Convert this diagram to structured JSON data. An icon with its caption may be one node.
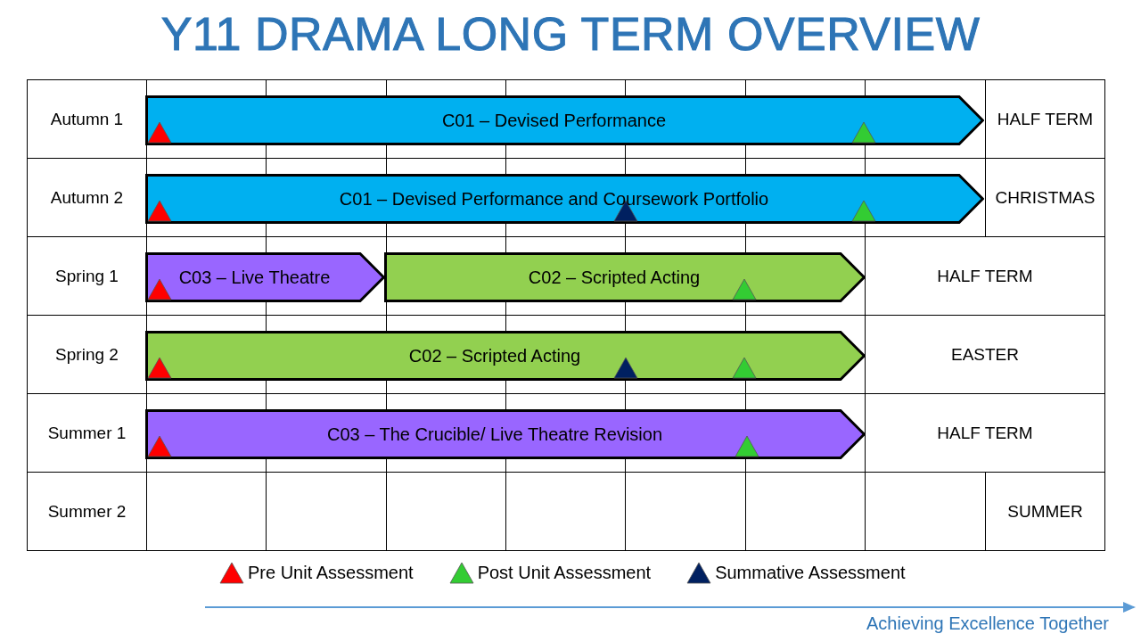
{
  "diagram": {
    "title": "Y11 DRAMA LONG TERM OVERVIEW",
    "nodes": [
      {
        "text": [
          "C01 – Devised Performance"
        ]
      },
      {
        "text": [
          "C01 – Devised Performance and Coursework Portfolio"
        ]
      },
      {
        "text": [
          "C03 – Live Theatre"
        ]
      },
      {
        "text": [
          "C02 – Scripted Acting"
        ]
      },
      {
        "text": [
          "C02 – Scripted Acting"
        ]
      },
      {
        "text": [
          "C03 – The Crucible/ Live Theatre Revision"
        ]
      }
    ],
    "labels": [
      "Autumn 1",
      "HALF TERM",
      "Autumn 2",
      "CHRISTMAS",
      "Spring 1",
      "HALF TERM",
      "Spring 2",
      "EASTER",
      "Summer 1",
      "HALF TERM",
      "Summer 2",
      "SUMMER",
      "Achieving Excellence Together"
    ],
    "legend": [
      {
        "text": "Pre Unit Assessment",
        "color": "#ff0000"
      },
      {
        "text": "Post Unit Assessment",
        "color": "#33cc33"
      },
      {
        "text": "Summative Assessment",
        "color": "#002060"
      }
    ]
  }
}
